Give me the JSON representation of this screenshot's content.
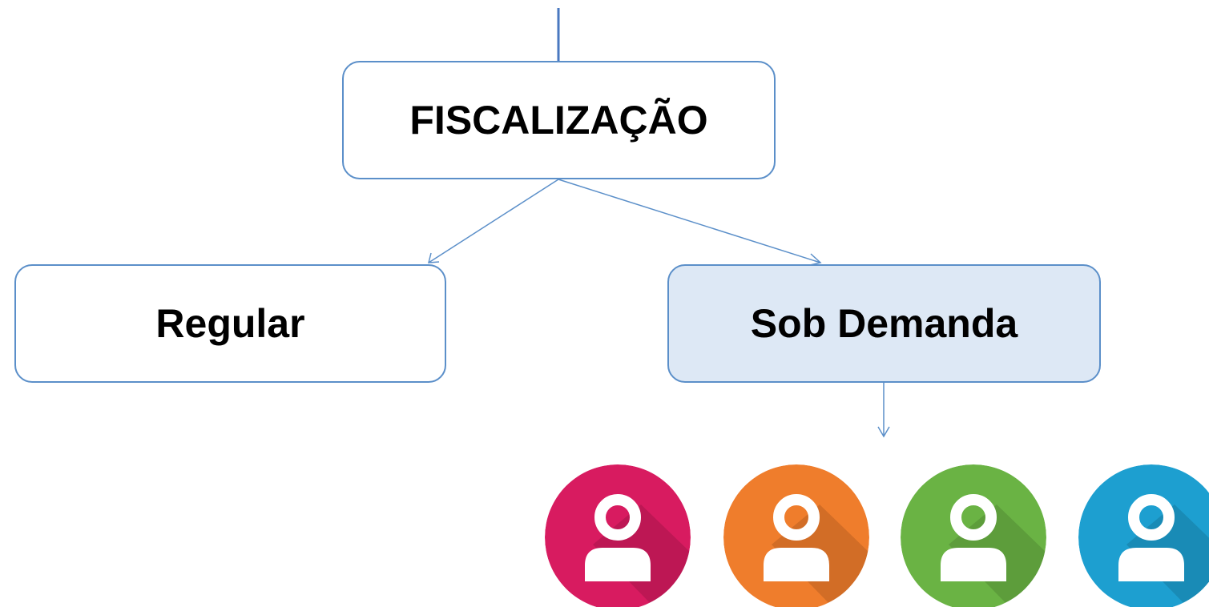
{
  "diagram": {
    "root": {
      "label": "FISCALIZAÇÃO"
    },
    "children": [
      {
        "label": "Regular"
      },
      {
        "label": "Sob Demanda"
      }
    ],
    "colors": {
      "border": "#5b8fc9",
      "highlight_fill": "#dde8f5",
      "connector": "#5b8fc9"
    }
  },
  "avatars": [
    {
      "icon": "person-icon",
      "color": "#d81b60"
    },
    {
      "icon": "person-icon",
      "color": "#ef7d2c"
    },
    {
      "icon": "person-icon",
      "color": "#6ab344"
    },
    {
      "icon": "person-icon",
      "color": "#1d9fd0"
    }
  ]
}
